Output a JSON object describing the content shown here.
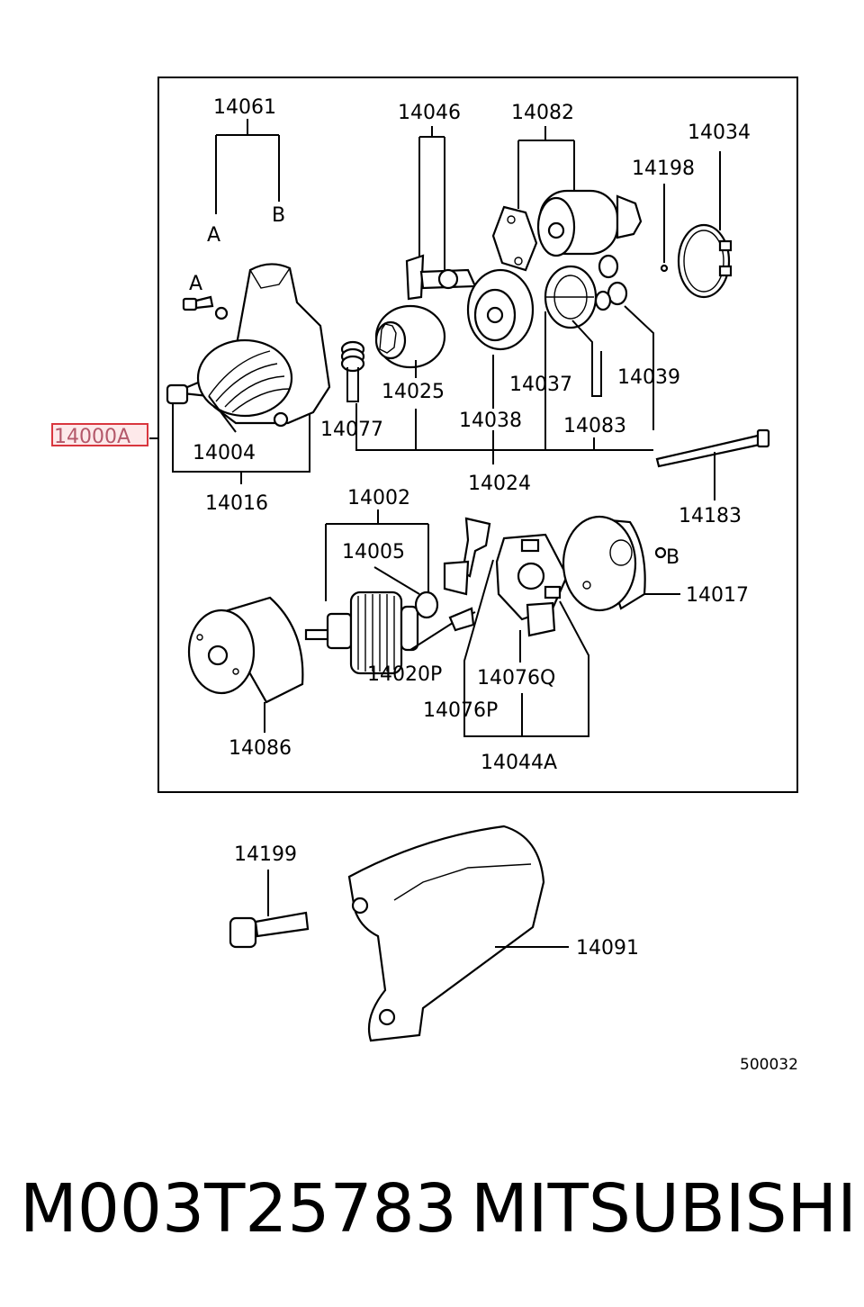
{
  "diagram": {
    "highlighted_part": "14000A",
    "frame_labels": {
      "p14061": "14061",
      "pA_top": "A",
      "pB_top": "B",
      "p14046": "14046",
      "p14082": "14082",
      "p14034": "14034",
      "p14198": "14198",
      "pA_bolt": "A",
      "p14025": "14025",
      "p14037": "14037",
      "p14039": "14039",
      "p14077": "14077",
      "p14038": "14038",
      "p14083": "14083",
      "p14004": "14004",
      "p14024": "14024",
      "p14016": "14016",
      "p14183": "14183",
      "p14002": "14002",
      "p14005": "14005",
      "pB_screw": "B",
      "p14017": "14017",
      "p14020P": "14020P",
      "p14076Q": "14076Q",
      "p14076P": "14076P",
      "p14086": "14086",
      "p14044A": "14044A"
    },
    "outside_labels": {
      "p14199": "14199",
      "p14091": "14091",
      "ref_code": "500032"
    }
  },
  "caption": {
    "part_number": "M003T25783",
    "brand": "MITSUBISHI"
  },
  "colors": {
    "highlight": "#d9363e",
    "highlight_text": "#b4586a"
  }
}
